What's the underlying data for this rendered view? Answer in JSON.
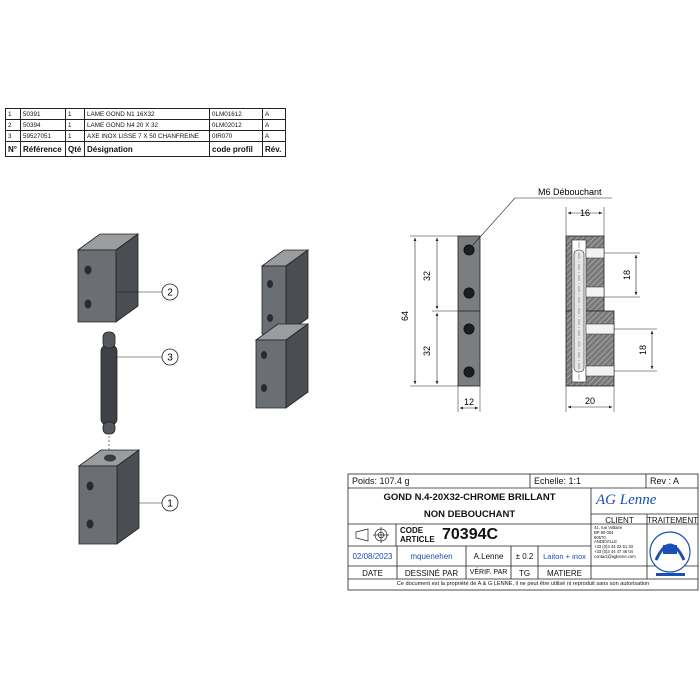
{
  "bom": {
    "headers": [
      "N°",
      "Référence",
      "Qté",
      "Désignation",
      "code profil",
      "Rév."
    ],
    "rows": [
      [
        "1",
        "50391",
        "1",
        "LAME GOND N1 16X32",
        "0LM01612",
        "A"
      ],
      [
        "2",
        "50394",
        "1",
        "LAME GOND N4 20 X 32",
        "0LM02012",
        "A"
      ],
      [
        "3",
        "59527051",
        "1",
        "AXE INOX LISSE 7 X 50 CHANFREINE",
        "0IR070",
        "A"
      ]
    ]
  },
  "callouts": {
    "one": "1",
    "two": "2",
    "three": "3"
  },
  "dimensions": {
    "m6_note": "M6 Débouchant",
    "d16": "16",
    "d32_top": "32",
    "d32_bottom": "32",
    "d64": "64",
    "d12": "12",
    "d18_top": "18",
    "d18_bottom": "18",
    "d20": "20"
  },
  "title_block": {
    "weight": "Poids: 107.4 g",
    "scale": "Echelle: 1:1",
    "revision": "Rev : A",
    "title_line1": "GOND N.4-20X32-CHROME BRILLANT",
    "title_line2": "NON DEBOUCHANT",
    "code_label_1": "CODE",
    "code_label_2": "ARTICLE",
    "code_value": "70394C",
    "date_value": "02/08/2023",
    "drawn_by": "mquenehen",
    "verified_by": "A.Lenne",
    "tolerance": "± 0.2",
    "material": "Laiton + inox",
    "label_date": "DATE",
    "label_drawn": "DESSINÉ PAR",
    "label_verified": "VÉRIF. PAR",
    "label_tg": "TG",
    "label_material": "MATIERE",
    "label_client": "CLIENT",
    "label_traitement": "TRAITEMENT",
    "company_logo": "AG Lenne",
    "address_lines": [
      "41, rue Voltaire",
      "BP 80 004",
      "60570",
      "ANDEVILLE",
      "+33 (0)3 44 22 61 33",
      "+33 (0)3 44 47 46 04",
      "contact@aglenne.com"
    ],
    "footer": "Ce document est la propriété de A & G LENNE, il ne peut être utilisé ni reproduit sans son autorisation"
  },
  "colors": {
    "line": "#222222",
    "part_dark": "#4a4d52",
    "part_mid": "#6b6e73",
    "part_light": "#9a9ca0",
    "section": "#707070",
    "blue": "#1c4fb5"
  }
}
